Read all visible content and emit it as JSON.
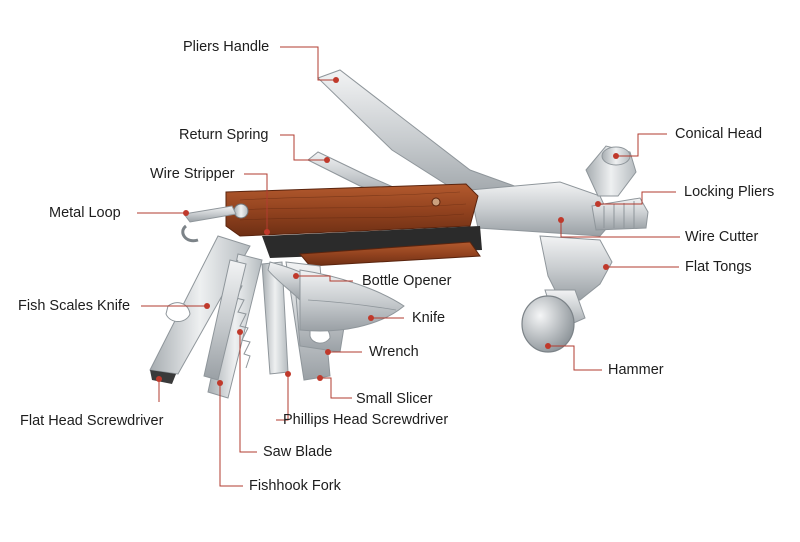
{
  "colors": {
    "leader": "#b23b2f",
    "dot": "#c0392b",
    "wood": "#9a4a26",
    "wood_dark": "#6e2f14",
    "steel": "#cfd3d6",
    "steel_dark": "#8f969b",
    "steel_light": "#eef0f1"
  },
  "labels": [
    {
      "id": "pliers-handle",
      "text": "Pliers Handle"
    },
    {
      "id": "return-spring",
      "text": "Return Spring"
    },
    {
      "id": "wire-stripper",
      "text": "Wire Stripper"
    },
    {
      "id": "metal-loop",
      "text": "Metal Loop"
    },
    {
      "id": "fish-scales-knife",
      "text": "Fish Scales Knife"
    },
    {
      "id": "flat-head-screwdriver",
      "text": "Flat Head Screwdriver"
    },
    {
      "id": "conical-head",
      "text": "Conical Head"
    },
    {
      "id": "locking-pliers",
      "text": "Locking Pliers"
    },
    {
      "id": "wire-cutter",
      "text": "Wire Cutter"
    },
    {
      "id": "flat-tongs",
      "text": "Flat Tongs"
    },
    {
      "id": "bottle-opener",
      "text": "Bottle Opener"
    },
    {
      "id": "knife",
      "text": "Knife"
    },
    {
      "id": "wrench",
      "text": "Wrench"
    },
    {
      "id": "small-slicer",
      "text": "Small Slicer"
    },
    {
      "id": "phillips-head-screwdriver",
      "text": "Phillips Head Screwdriver"
    },
    {
      "id": "saw-blade",
      "text": "Saw Blade"
    },
    {
      "id": "fishhook-fork",
      "text": "Fishhook Fork"
    },
    {
      "id": "hammer",
      "text": "Hammer"
    }
  ]
}
